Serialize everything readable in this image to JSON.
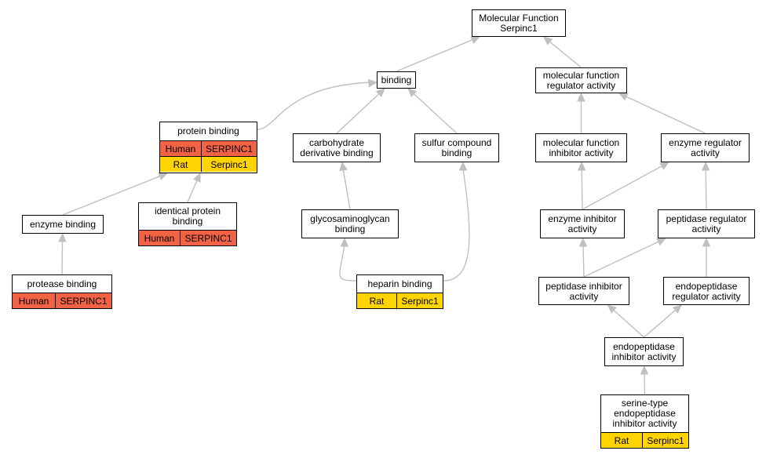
{
  "graph": {
    "nodes": {
      "molecular_function": {
        "label": "Molecular Function\nSerpinc1"
      },
      "binding": {
        "label": "binding"
      },
      "mf_regulator": {
        "label": "molecular function\nregulator activity"
      },
      "protein_binding": {
        "label": "protein binding",
        "annotations": [
          {
            "species": "Human",
            "gene": "SERPINC1"
          },
          {
            "species": "Rat",
            "gene": "Serpinc1"
          }
        ]
      },
      "carbohydrate_derivative": {
        "label": "carbohydrate\nderivative binding"
      },
      "sulfur_compound": {
        "label": "sulfur compound\nbinding"
      },
      "mf_inhibitor": {
        "label": "molecular function\ninhibitor activity"
      },
      "enzyme_regulator": {
        "label": "enzyme regulator\nactivity"
      },
      "enzyme_binding": {
        "label": "enzyme binding"
      },
      "identical_protein": {
        "label": "identical protein\nbinding",
        "annotations": [
          {
            "species": "Human",
            "gene": "SERPINC1"
          }
        ]
      },
      "glycosaminoglycan": {
        "label": "glycosaminoglycan\nbinding"
      },
      "enzyme_inhibitor": {
        "label": "enzyme inhibitor\nactivity"
      },
      "peptidase_regulator": {
        "label": "peptidase regulator\nactivity"
      },
      "protease_binding": {
        "label": "protease binding",
        "annotations": [
          {
            "species": "Human",
            "gene": "SERPINC1"
          }
        ]
      },
      "heparin_binding": {
        "label": "heparin binding",
        "annotations": [
          {
            "species": "Rat",
            "gene": "Serpinc1"
          }
        ]
      },
      "peptidase_inhibitor": {
        "label": "peptidase inhibitor\nactivity"
      },
      "endopeptidase_regulator": {
        "label": "endopeptidase\nregulator activity"
      },
      "endopeptidase_inhibitor": {
        "label": "endopeptidase\ninhibitor activity"
      },
      "serine_type": {
        "label": "serine-type\nendopeptidase\ninhibitor activity",
        "annotations": [
          {
            "species": "Rat",
            "gene": "Serpinc1"
          }
        ]
      }
    },
    "edges": [
      {
        "from": "binding",
        "to": "molecular_function"
      },
      {
        "from": "mf_regulator",
        "to": "molecular_function"
      },
      {
        "from": "protein_binding",
        "to": "binding"
      },
      {
        "from": "carbohydrate_derivative",
        "to": "binding"
      },
      {
        "from": "sulfur_compound",
        "to": "binding"
      },
      {
        "from": "mf_inhibitor",
        "to": "mf_regulator"
      },
      {
        "from": "enzyme_regulator",
        "to": "mf_regulator"
      },
      {
        "from": "enzyme_binding",
        "to": "protein_binding"
      },
      {
        "from": "identical_protein",
        "to": "protein_binding"
      },
      {
        "from": "glycosaminoglycan",
        "to": "carbohydrate_derivative"
      },
      {
        "from": "heparin_binding",
        "to": "glycosaminoglycan"
      },
      {
        "from": "heparin_binding",
        "to": "sulfur_compound"
      },
      {
        "from": "enzyme_inhibitor",
        "to": "mf_inhibitor"
      },
      {
        "from": "enzyme_inhibitor",
        "to": "enzyme_regulator"
      },
      {
        "from": "peptidase_regulator",
        "to": "enzyme_regulator"
      },
      {
        "from": "protease_binding",
        "to": "enzyme_binding"
      },
      {
        "from": "peptidase_inhibitor",
        "to": "enzyme_inhibitor"
      },
      {
        "from": "peptidase_inhibitor",
        "to": "peptidase_regulator"
      },
      {
        "from": "endopeptidase_regulator",
        "to": "peptidase_regulator"
      },
      {
        "from": "endopeptidase_inhibitor",
        "to": "peptidase_inhibitor"
      },
      {
        "from": "endopeptidase_inhibitor",
        "to": "endopeptidase_regulator"
      },
      {
        "from": "serine_type",
        "to": "endopeptidase_inhibitor"
      }
    ],
    "colors": {
      "human": "#f26346",
      "rat": "#ffd400",
      "edge": "#c0c0c0",
      "border": "#000000"
    }
  }
}
